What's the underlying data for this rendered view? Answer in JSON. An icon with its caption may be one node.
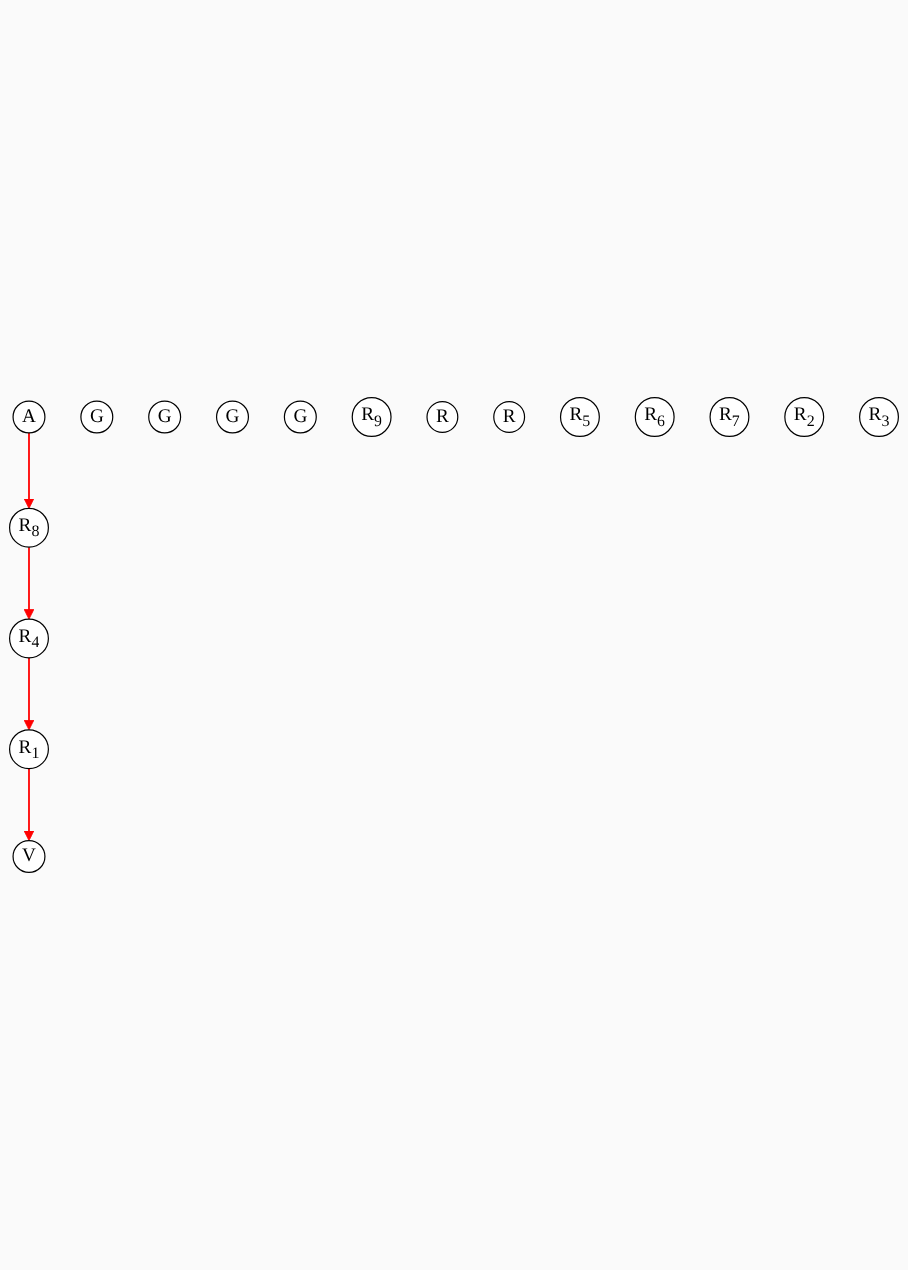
{
  "diagram": {
    "nodes": [
      {
        "text": [
          "A"
        ]
      },
      {
        "text": [
          "G"
        ]
      },
      {
        "text": [
          "G"
        ]
      },
      {
        "text": [
          "G"
        ]
      },
      {
        "text": [
          "G"
        ]
      },
      {
        "text": [
          "R$_{8}$"
        ]
      },
      {
        "text": [
          "R$_{9}$"
        ]
      },
      {
        "text": [
          "R"
        ]
      },
      {
        "text": [
          "R"
        ]
      },
      {
        "text": [
          "R$_{4}$"
        ]
      },
      {
        "text": [
          "R$_{5}$"
        ]
      },
      {
        "text": [
          "R$_{6}$"
        ]
      },
      {
        "text": [
          "R$_{7}$"
        ]
      },
      {
        "text": [
          "R$_{1}$"
        ]
      },
      {
        "text": [
          "R$_{2}$"
        ]
      },
      {
        "text": [
          "R$_{3}$"
        ]
      },
      {
        "text": [
          "V"
        ]
      }
    ],
    "edges": [
      {
        "from": 0,
        "to": 5,
        "arrow": "to",
        "color": "#ff0000"
      },
      {
        "from": 5,
        "to": 9,
        "arrow": "to",
        "color": "#ff0000"
      },
      {
        "from": 9,
        "to": 13,
        "arrow": "to",
        "color": "#ff0000"
      },
      {
        "from": 13,
        "to": 16,
        "arrow": "to",
        "color": "#ff0000"
      }
    ]
  }
}
